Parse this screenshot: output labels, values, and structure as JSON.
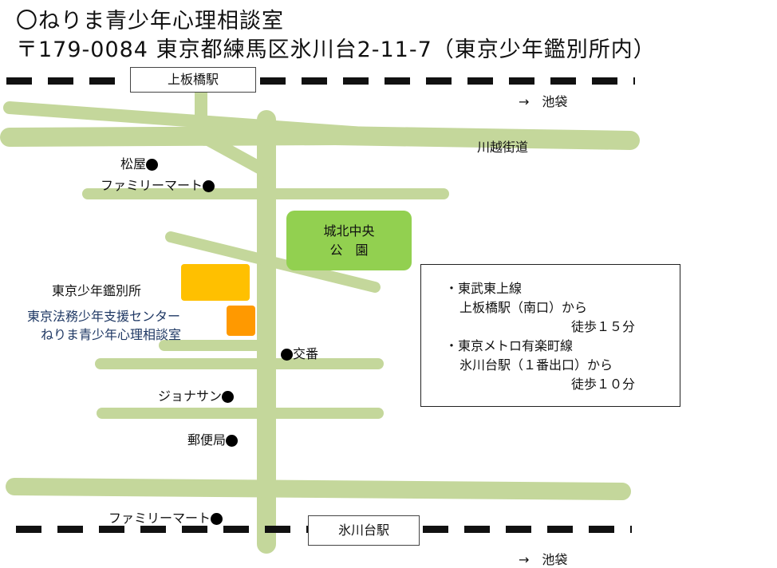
{
  "header": {
    "title": "〇ねりま青少年心理相談室",
    "address": "〒179-0084 東京都練馬区氷川台2-11-7（東京少年鑑別所内）"
  },
  "stations": {
    "top": "上板橋駅",
    "bottom": "氷川台駅"
  },
  "directions": {
    "top": "→　池袋",
    "bottom": "→　池袋"
  },
  "road_label": "川越街道",
  "park": {
    "line1": "城北中央",
    "line2": "公　園"
  },
  "landmarks": {
    "matsuya": "松屋",
    "familymart1": "ファミリーマート",
    "kanbetsu": "東京少年鑑別所",
    "center_line1": "東京法務少年支援センター",
    "center_line2": "ねりま青少年心理相談室",
    "koban": "交番",
    "jonathan": "ジョナサン",
    "post": "郵便局",
    "familymart2": "ファミリーマート"
  },
  "access": {
    "line1": "・東武東上線",
    "line2": "上板橋駅（南口）から",
    "line3": "徒歩１５分",
    "line4": "・東京メトロ有楽町線",
    "line5": "氷川台駅（１番出口）から",
    "line6": "徒歩１０分"
  },
  "colors": {
    "road": "#c4d79b",
    "park": "#92d050",
    "kanbetsu": "#ffc000",
    "center": "#ff9900"
  }
}
